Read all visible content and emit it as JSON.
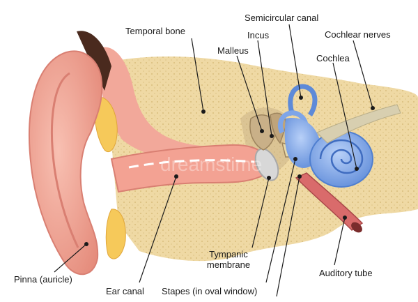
{
  "labels": {
    "temporal_bone": "Temporal bone",
    "semicircular_canal": "Semicircular canal",
    "incus": "Incus",
    "malleus": "Malleus",
    "cochlear_nerves": "Cochlear nerves",
    "cochlea": "Cochlea",
    "tympanic_membrane_line1": "Tympanic",
    "tympanic_membrane_line2": "membrane",
    "auditory_tube": "Auditory tube",
    "pinna": "Pinna (auricle)",
    "ear_canal": "Ear canal",
    "stapes": "Stapes (in oval window)"
  },
  "watermark": "dreamstime",
  "colors": {
    "bone": "#efd9a4",
    "bone_dots": "#d9bd7c",
    "skin": "#f0a99a",
    "skin_dark": "#d97f72",
    "inner_ear": "#8fb4ee",
    "inner_ear_dark": "#4f7fd0",
    "nerve": "#d8cfb0",
    "ossicle": "#c9b088",
    "fat": "#f6c95a",
    "hair": "#4a2a1e"
  }
}
